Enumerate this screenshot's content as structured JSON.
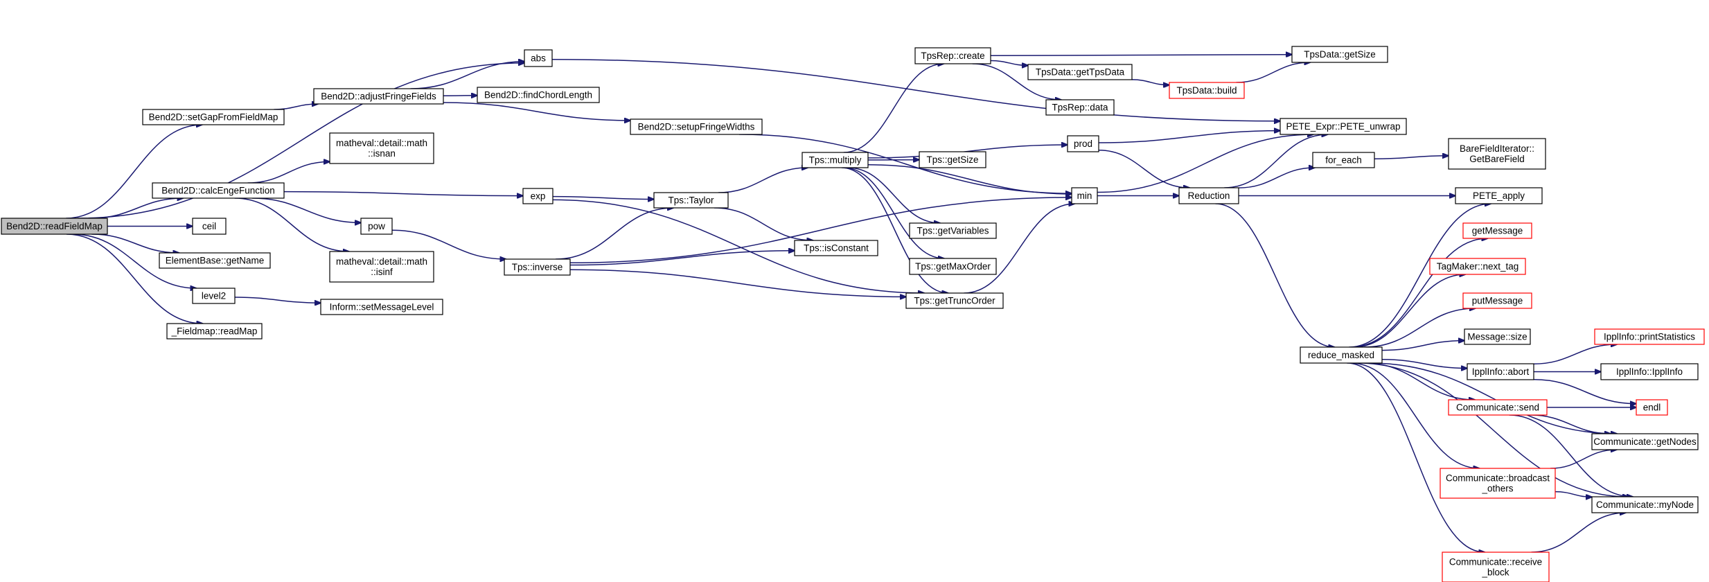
{
  "colors": {
    "edge": "#191970",
    "node_border": "#000000",
    "node_border_truncated": "#ff0000",
    "root_fill": "#bfbfbf",
    "node_fill": "#ffffff",
    "text": "#000000"
  },
  "graph": {
    "root": "readFieldMap",
    "nodes": [
      {
        "id": "readFieldMap",
        "label": "Bend2D::readFieldMap",
        "root": true
      },
      {
        "id": "abs",
        "label": "abs"
      },
      {
        "id": "setGap",
        "label": "Bend2D::setGapFromFieldMap"
      },
      {
        "id": "adjustFringe",
        "label": "Bend2D::adjustFringeFields"
      },
      {
        "id": "findChord",
        "label": "Bend2D::findChordLength"
      },
      {
        "id": "setupFringe",
        "label": "Bend2D::setupFringeWidths"
      },
      {
        "id": "calcEngeFunction",
        "label": "Bend2D::calcEngeFunction"
      },
      {
        "id": "isnan",
        "label": "matheval::detail::math\n::isnan"
      },
      {
        "id": "isinf",
        "label": "matheval::detail::math\n::isinf"
      },
      {
        "id": "exp",
        "label": "exp"
      },
      {
        "id": "pow",
        "label": "pow"
      },
      {
        "id": "ceil",
        "label": "ceil"
      },
      {
        "id": "getName",
        "label": "ElementBase::getName"
      },
      {
        "id": "level2",
        "label": "level2"
      },
      {
        "id": "setMessageLevel",
        "label": "Inform::setMessageLevel"
      },
      {
        "id": "readMap",
        "label": "_Fieldmap::readMap"
      },
      {
        "id": "inverse",
        "label": "Tps::inverse"
      },
      {
        "id": "taylor",
        "label": "Tps::Taylor"
      },
      {
        "id": "isConstant",
        "label": "Tps::isConstant"
      },
      {
        "id": "multiply",
        "label": "Tps::multiply"
      },
      {
        "id": "getTruncOrder",
        "label": "Tps::getTruncOrder"
      },
      {
        "id": "tpsGetSize",
        "label": "Tps::getSize"
      },
      {
        "id": "getVariables",
        "label": "Tps::getVariables"
      },
      {
        "id": "getMaxOrder",
        "label": "Tps::getMaxOrder"
      },
      {
        "id": "tpsRepCreate",
        "label": "TpsRep::create"
      },
      {
        "id": "getTpsData",
        "label": "TpsData::getTpsData"
      },
      {
        "id": "tpsRepData",
        "label": "TpsRep::data"
      },
      {
        "id": "tpsDataBuild",
        "label": "TpsData::build",
        "truncated": true
      },
      {
        "id": "tpsDataGetSize",
        "label": "TpsData::getSize"
      },
      {
        "id": "prod",
        "label": "prod"
      },
      {
        "id": "min",
        "label": "min"
      },
      {
        "id": "peteUnwrap",
        "label": "PETE_Expr::PETE_unwrap"
      },
      {
        "id": "reduction",
        "label": "Reduction"
      },
      {
        "id": "forEach",
        "label": "for_each"
      },
      {
        "id": "getBareField",
        "label": "BareFieldIterator::\nGetBareField"
      },
      {
        "id": "peteApply",
        "label": "PETE_apply"
      },
      {
        "id": "reduceMasked",
        "label": "reduce_masked"
      },
      {
        "id": "getMessage",
        "label": "getMessage",
        "truncated": true
      },
      {
        "id": "nextTag",
        "label": "TagMaker::next_tag",
        "truncated": true
      },
      {
        "id": "putMessage",
        "label": "putMessage",
        "truncated": true
      },
      {
        "id": "messageSize",
        "label": "Message::size"
      },
      {
        "id": "abort",
        "label": "IpplInfo::abort"
      },
      {
        "id": "printStatistics",
        "label": "IpplInfo::printStatistics",
        "truncated": true
      },
      {
        "id": "ipplInfoCtor",
        "label": "IpplInfo::IpplInfo"
      },
      {
        "id": "endl",
        "label": "endl",
        "truncated": true
      },
      {
        "id": "send",
        "label": "Communicate::send",
        "truncated": true
      },
      {
        "id": "getNodes",
        "label": "Communicate::getNodes"
      },
      {
        "id": "broadcastOthers",
        "label": "Communicate::broadcast\n_others",
        "truncated": true
      },
      {
        "id": "myNode",
        "label": "Communicate::myNode"
      },
      {
        "id": "receiveBlock",
        "label": "Communicate::receive\n_block",
        "truncated": true
      }
    ],
    "edges": [
      [
        "readFieldMap",
        "abs"
      ],
      [
        "readFieldMap",
        "setGap"
      ],
      [
        "readFieldMap",
        "calcEngeFunction"
      ],
      [
        "readFieldMap",
        "ceil"
      ],
      [
        "readFieldMap",
        "getName"
      ],
      [
        "readFieldMap",
        "level2"
      ],
      [
        "readFieldMap",
        "readMap"
      ],
      [
        "setGap",
        "adjustFringe"
      ],
      [
        "adjustFringe",
        "abs"
      ],
      [
        "adjustFringe",
        "findChord"
      ],
      [
        "adjustFringe",
        "setupFringe"
      ],
      [
        "setupFringe",
        "min"
      ],
      [
        "calcEngeFunction",
        "isnan"
      ],
      [
        "calcEngeFunction",
        "exp"
      ],
      [
        "calcEngeFunction",
        "pow"
      ],
      [
        "calcEngeFunction",
        "isinf"
      ],
      [
        "level2",
        "setMessageLevel"
      ],
      [
        "abs",
        "peteUnwrap"
      ],
      [
        "exp",
        "taylor"
      ],
      [
        "exp",
        "getTruncOrder"
      ],
      [
        "pow",
        "inverse"
      ],
      [
        "inverse",
        "taylor"
      ],
      [
        "inverse",
        "isConstant"
      ],
      [
        "inverse",
        "getTruncOrder"
      ],
      [
        "inverse",
        "min"
      ],
      [
        "taylor",
        "multiply"
      ],
      [
        "taylor",
        "isConstant"
      ],
      [
        "multiply",
        "tpsRepCreate"
      ],
      [
        "multiply",
        "prod"
      ],
      [
        "multiply",
        "tpsGetSize"
      ],
      [
        "multiply",
        "min"
      ],
      [
        "multiply",
        "getVariables"
      ],
      [
        "multiply",
        "getMaxOrder"
      ],
      [
        "multiply",
        "getTruncOrder"
      ],
      [
        "getTruncOrder",
        "min"
      ],
      [
        "tpsRepCreate",
        "tpsDataGetSize"
      ],
      [
        "tpsRepCreate",
        "getTpsData"
      ],
      [
        "tpsRepCreate",
        "tpsRepData"
      ],
      [
        "getTpsData",
        "tpsDataBuild"
      ],
      [
        "tpsDataBuild",
        "tpsDataGetSize"
      ],
      [
        "prod",
        "peteUnwrap"
      ],
      [
        "prod",
        "reduction"
      ],
      [
        "min",
        "peteUnwrap"
      ],
      [
        "min",
        "reduction"
      ],
      [
        "reduction",
        "peteUnwrap"
      ],
      [
        "reduction",
        "forEach"
      ],
      [
        "reduction",
        "peteApply"
      ],
      [
        "reduction",
        "reduceMasked"
      ],
      [
        "forEach",
        "getBareField"
      ],
      [
        "reduceMasked",
        "peteApply"
      ],
      [
        "reduceMasked",
        "getMessage"
      ],
      [
        "reduceMasked",
        "nextTag"
      ],
      [
        "reduceMasked",
        "putMessage"
      ],
      [
        "reduceMasked",
        "messageSize"
      ],
      [
        "reduceMasked",
        "abort"
      ],
      [
        "reduceMasked",
        "send"
      ],
      [
        "reduceMasked",
        "getNodes"
      ],
      [
        "reduceMasked",
        "broadcastOthers"
      ],
      [
        "reduceMasked",
        "myNode"
      ],
      [
        "reduceMasked",
        "receiveBlock"
      ],
      [
        "abort",
        "printStatistics"
      ],
      [
        "abort",
        "ipplInfoCtor"
      ],
      [
        "abort",
        "endl"
      ],
      [
        "send",
        "endl"
      ],
      [
        "send",
        "getNodes"
      ],
      [
        "send",
        "myNode"
      ],
      [
        "broadcastOthers",
        "getNodes"
      ],
      [
        "broadcastOthers",
        "myNode"
      ],
      [
        "receiveBlock",
        "myNode"
      ]
    ]
  }
}
